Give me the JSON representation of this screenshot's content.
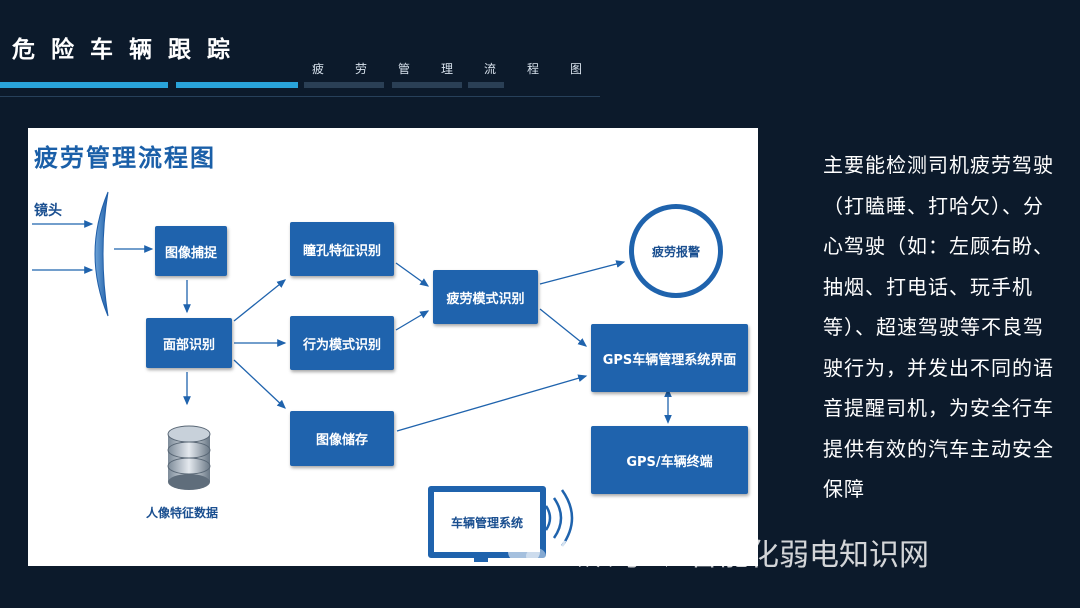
{
  "header": {
    "title": "危险车辆跟踪",
    "subtitle": "疲劳管理流程图"
  },
  "diagram": {
    "title": "疲劳管理流程图",
    "camera_label": "镜头",
    "nodes": {
      "image_capture": "图像捕捉",
      "face_recognition": "面部识别",
      "pupil_features": "瞳孔特征识别",
      "behavior_pattern": "行为模式识别",
      "image_storage": "图像储存",
      "fatigue_pattern": "疲劳模式识别",
      "fatigue_alarm": "疲劳报警",
      "gps_interface": "GPS车辆管理系统界面",
      "gps_terminal": "GPS/车辆终端",
      "portrait_data": "人像特征数据",
      "vehicle_system": "车辆管理系统"
    }
  },
  "description": "主要能检测司机疲劳驾驶（打瞌睡、打哈欠）、分心驾驶（如：左顾右盼、抽烟、打电话、玩手机等）、超速驾驶等不良驾驶行为，并发出不同的语音提醒司机，为安全行车提供有效的汽车主动安全保障",
  "watermark": {
    "left": "公众号",
    "right": "智能化弱电知识网"
  },
  "colors": {
    "background": "#0c1a2b",
    "node_blue": "#1f63ad",
    "title_blue": "#1a5fa8",
    "accent_cyan": "#29a3d9"
  }
}
